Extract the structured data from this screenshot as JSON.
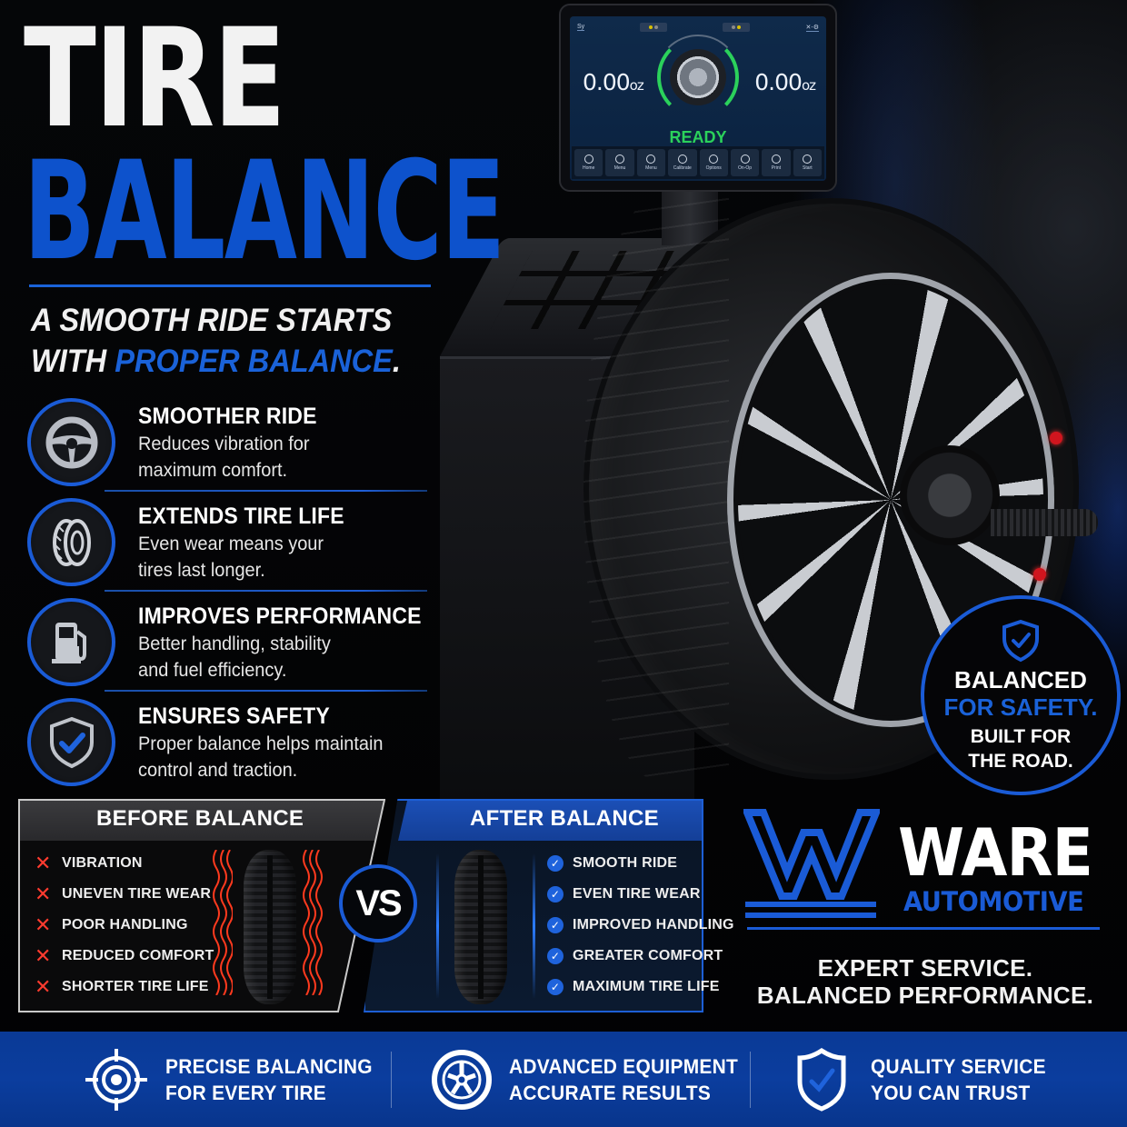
{
  "colors": {
    "brand_blue": "#0d52cc",
    "accent_blue": "#1a62d8",
    "ready_green": "#2bd15b",
    "error_red": "#ff3b2f",
    "background": "#020203",
    "strip_blue": "#0b3d9e"
  },
  "header": {
    "title_line1": "TIRE",
    "title_line2": "BALANCE",
    "subtitle_line1": "A SMOOTH RIDE STARTS",
    "subtitle_line2_prefix": "WITH ",
    "subtitle_line2_accent": "PROPER BALANCE",
    "subtitle_line2_suffix": "."
  },
  "balancer_screen": {
    "tag": "Sy",
    "left_value": "0.00",
    "left_unit": "oz",
    "right_value": "0.00",
    "right_unit": "oz",
    "status": "READY",
    "buttons": [
      {
        "label": "Home",
        "icon": "home-icon"
      },
      {
        "label": "Menu",
        "icon": "menu-icon"
      },
      {
        "label": "Menu",
        "icon": "settings-icon"
      },
      {
        "label": "Calibrate",
        "icon": "calibrate-icon"
      },
      {
        "label": "Options",
        "icon": "options-icon"
      },
      {
        "label": "On-Op",
        "icon": "user-icon"
      },
      {
        "label": "Print",
        "icon": "print-icon"
      },
      {
        "label": "Start",
        "icon": "start-icon"
      }
    ]
  },
  "features": [
    {
      "icon": "steering-wheel-icon",
      "title": "SMOOTHER RIDE",
      "desc_line1": "Reduces vibration for",
      "desc_line2": "maximum comfort."
    },
    {
      "icon": "tire-icon",
      "title": "EXTENDS TIRE LIFE",
      "desc_line1": "Even wear means your",
      "desc_line2": "tires last longer."
    },
    {
      "icon": "fuel-pump-icon",
      "title": "IMPROVES PERFORMANCE",
      "desc_line1": "Better handling, stability",
      "desc_line2": "and fuel efficiency."
    },
    {
      "icon": "shield-check-icon",
      "title": "ENSURES SAFETY",
      "desc_line1": "Proper balance helps maintain",
      "desc_line2": "control and traction."
    }
  ],
  "badge": {
    "icon": "shield-check-icon",
    "line1": "BALANCED",
    "line2": "FOR SAFETY.",
    "line3": "BUILT FOR",
    "line4": "THE ROAD."
  },
  "comparison": {
    "vs_label": "VS",
    "before": {
      "title": "BEFORE BALANCE",
      "items": [
        "VIBRATION",
        "UNEVEN TIRE WEAR",
        "POOR HANDLING",
        "REDUCED COMFORT",
        "SHORTER TIRE LIFE"
      ],
      "marker": "✕"
    },
    "after": {
      "title": "AFTER BALANCE",
      "items": [
        "SMOOTH RIDE",
        "EVEN TIRE WEAR",
        "IMPROVED HANDLING",
        "GREATER COMFORT",
        "MAXIMUM TIRE LIFE"
      ],
      "marker": "✓"
    }
  },
  "brand": {
    "name": "WARE",
    "sub": "AUTOMOTIVE",
    "tagline_line1": "EXPERT SERVICE.",
    "tagline_line2": "BALANCED PERFORMANCE."
  },
  "bottom_strip": [
    {
      "icon": "target-icon",
      "line1": "PRECISE BALANCING",
      "line2": "FOR EVERY TIRE"
    },
    {
      "icon": "wheel-icon",
      "line1": "ADVANCED EQUIPMENT",
      "line2": "ACCURATE RESULTS"
    },
    {
      "icon": "shield-check-icon",
      "line1": "QUALITY SERVICE",
      "line2": "YOU CAN TRUST"
    }
  ]
}
